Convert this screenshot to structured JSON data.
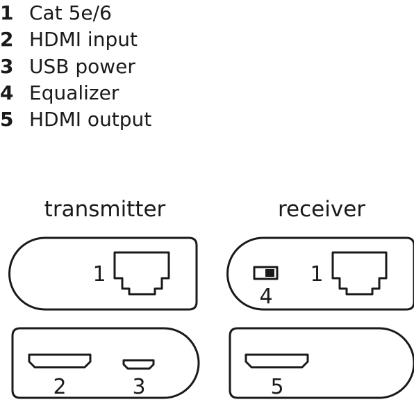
{
  "legend": [
    {
      "num": "1",
      "text": "Cat 5e/6"
    },
    {
      "num": "2",
      "text": "HDMI input"
    },
    {
      "num": "3",
      "text": "USB power"
    },
    {
      "num": "4",
      "text": "Equalizer"
    },
    {
      "num": "5",
      "text": "HDMI output"
    }
  ],
  "transmitter": {
    "title": "transmitter",
    "port_cat_label": "1",
    "port_hdmi_label": "2",
    "port_usb_label": "3"
  },
  "receiver": {
    "title": "receiver",
    "switch_label": "4",
    "port_cat_label": "1",
    "port_hdmi_label": "5"
  },
  "colors": {
    "stroke": "#1a1a1a",
    "background": "#ffffff"
  }
}
